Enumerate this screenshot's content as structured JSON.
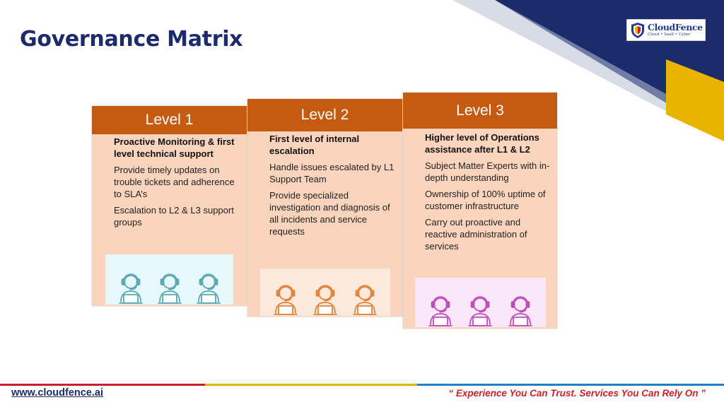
{
  "slide": {
    "title": "Governance Matrix",
    "logo": {
      "name": "CloudFence",
      "tagline": "Cloud • SaaS • Cyber"
    }
  },
  "levels": [
    {
      "title": "Level 1",
      "lead": "Proactive Monitoring & first level technical support",
      "points": [
        "Provide timely updates on trouble tickets and adherence to SLA’s",
        "Escalation to L2 & L3 support groups"
      ],
      "agent_color": "#5aa9b0",
      "panel_color": "#e6f8fb"
    },
    {
      "title": "Level 2",
      "lead": "First level of internal escalation",
      "points": [
        "Handle issues escalated by L1 Support Team",
        "Provide specialized investigation and diagnosis of all incidents and service requests"
      ],
      "agent_color": "#e0843e",
      "panel_color": "#fbe9dc"
    },
    {
      "title": "Level 3",
      "lead": "Higher level of Operations assistance after L1 & L2",
      "points": [
        "Subject Matter Experts with in-depth understanding",
        "Ownership of 100% uptime of customer infrastructure",
        "Carry out proactive and reactive administration of services"
      ],
      "agent_color": "#c04fb9",
      "panel_color": "#fbe7fa"
    }
  ],
  "footer": {
    "url": "www.cloudfence.ai",
    "quote": "“ Experience You Can Trust. Services You Can Rely On ”"
  },
  "colors": {
    "header": "#c55a11",
    "card": "#fad4bd",
    "navy": "#1c2b6b",
    "gold": "#e8b400",
    "accent_red": "#cc1f2a"
  }
}
